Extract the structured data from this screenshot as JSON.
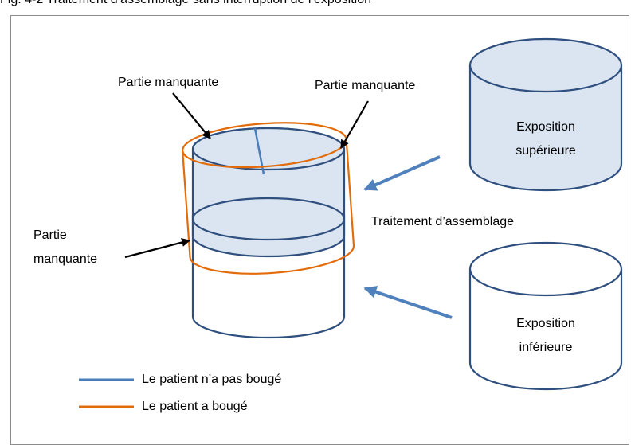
{
  "caption": "Fig. 4-2 Traitement d’assemblage sans interruption de l’exposition",
  "labels": {
    "missing_top_left": "Partie manquante",
    "missing_top_right": "Partie manquante",
    "missing_side_line1": "Partie",
    "missing_side_line2": "manquante",
    "assembly": "Traitement d’assemblage",
    "upper_line1": "Exposition",
    "upper_line2": "supérieure",
    "lower_line1": "Exposition",
    "lower_line2": "inférieure"
  },
  "legend": [
    {
      "label": "Le patient n’a pas bougé",
      "color": "#4a7ebb"
    },
    {
      "label": "Le patient a bougé",
      "color": "#e36c0a"
    }
  ],
  "colors": {
    "cylinder_stroke": "#2f4f7f",
    "cylinder_fill": "#dbe5f1",
    "arrow_blue": "#4f81bd",
    "moved_orange": "#e36c0a"
  }
}
